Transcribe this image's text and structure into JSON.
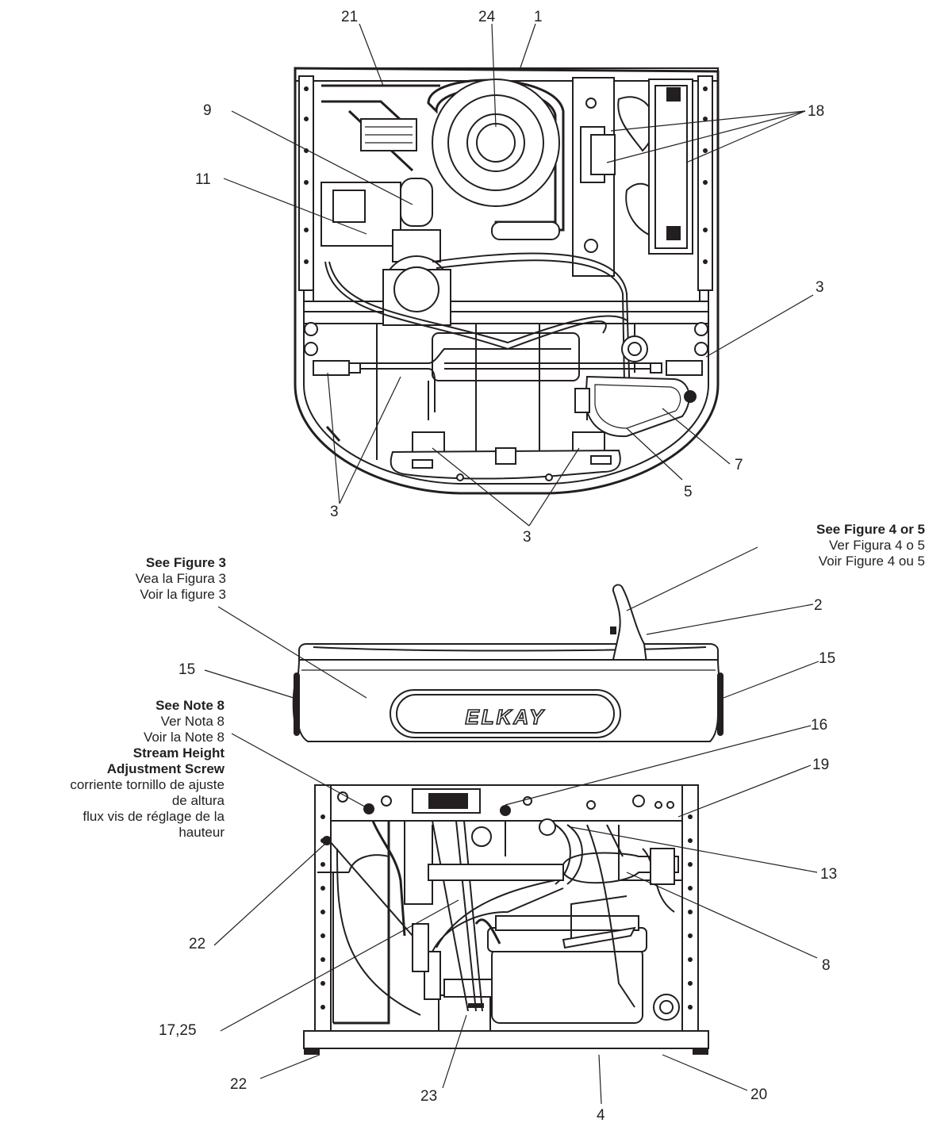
{
  "callouts": {
    "top": {
      "n21": "21",
      "n24": "24",
      "n1": "1",
      "n18": "18",
      "n9": "9",
      "n11": "11",
      "n3_right": "3",
      "n3_left": "3",
      "n3_bottom": "3",
      "n7": "7",
      "n5": "5"
    },
    "bottom": {
      "n2": "2",
      "n15_left": "15",
      "n15_right": "15",
      "n16": "16",
      "n19": "19",
      "n13": "13",
      "n8": "8",
      "n22_left": "22",
      "n17_25": "17,25",
      "n22_bottom": "22",
      "n23": "23",
      "n4": "4",
      "n20": "20"
    }
  },
  "notes": {
    "fig45": {
      "en": "See Figure 4 or 5",
      "es": "Ver Figura 4 o 5",
      "fr": "Voir Figure 4 ou 5"
    },
    "fig3": {
      "en": "See Figure 3",
      "es": "Vea la Figura 3",
      "fr": "Voir la figure 3"
    },
    "note8": {
      "en": "See Note 8",
      "es": "Ver Nota 8",
      "fr": "Voir la Note 8",
      "title_line1": "Stream Height",
      "title_line2": "Adjustment Screw",
      "es_line1": "corriente tornillo de ajuste",
      "es_line2": "de altura",
      "fr_line1": "flux vis de réglage de la",
      "fr_line2": "hauteur"
    }
  },
  "brand": {
    "logo_text": "ELKAY"
  },
  "colors": {
    "ink": "#231f20",
    "paper": "#ffffff",
    "fill_gray": "#d9d9d9"
  }
}
